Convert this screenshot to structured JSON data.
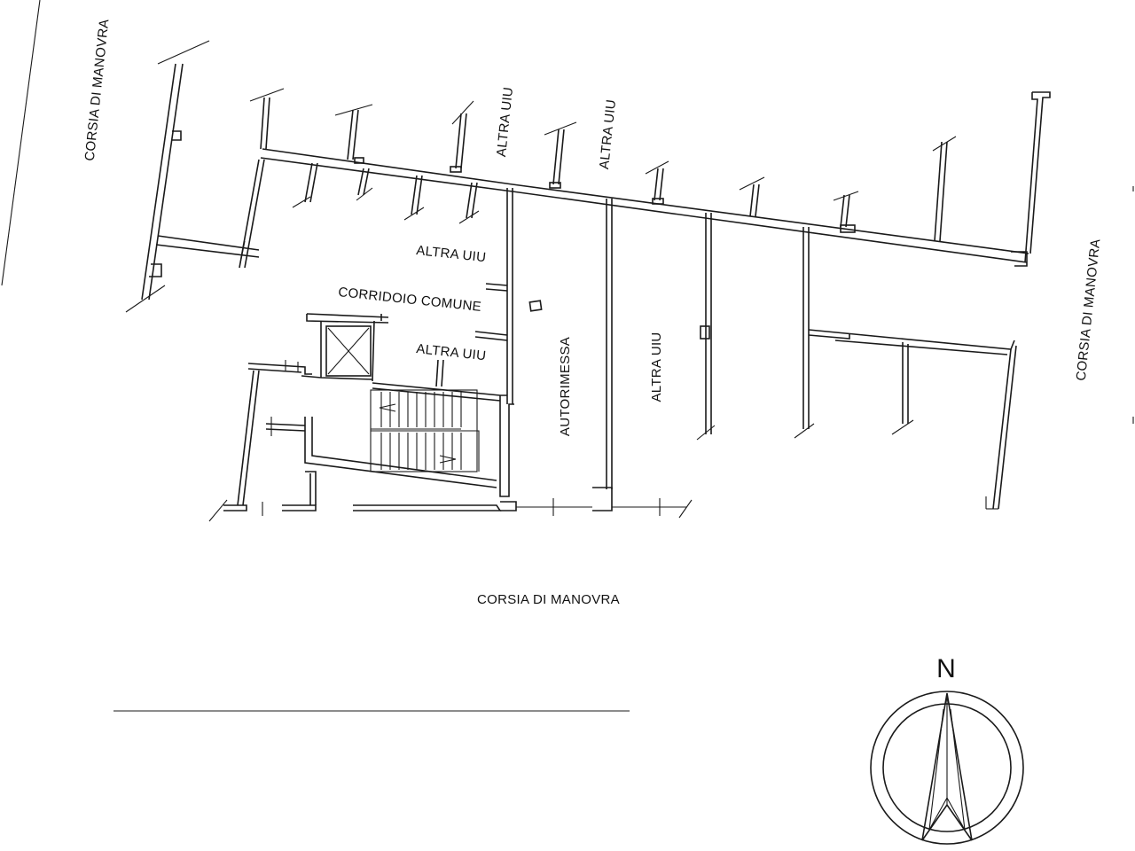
{
  "labels": {
    "corsia_left": "CORSIA DI MANOVRA",
    "corsia_right": "CORSIA DI MANOVRA",
    "corsia_bottom": "CORSIA DI MANOVRA",
    "altra_uiu_top1": "ALTRA UIU",
    "altra_uiu_top2": "ALTRA UIU",
    "altra_uiu_mid": "ALTRA UIU",
    "corridoio": "CORRIDOIO COMUNE",
    "altra_uiu_low": "ALTRA UIU",
    "autorimessa": "AUTORIMESSA",
    "altra_uiu_vertical": "ALTRA UIU"
  },
  "north": {
    "letter": "N"
  },
  "colors": {
    "ink": "#1a1a1a",
    "background": "#ffffff"
  }
}
